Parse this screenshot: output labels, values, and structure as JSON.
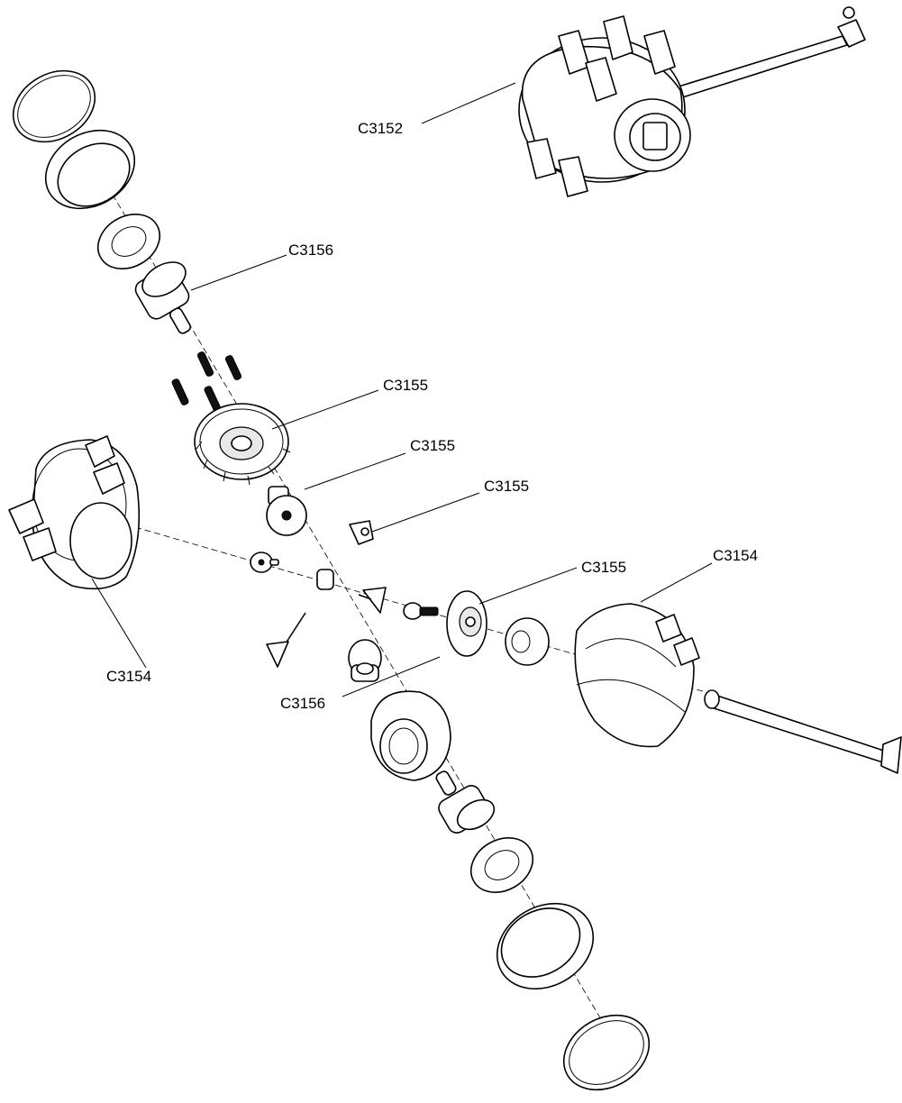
{
  "labels": {
    "center_housing": "C3152",
    "outdrive_upper": "C3156",
    "ring_gear": "C3155",
    "pinion_upper": "C3155",
    "small_gear": "C3155",
    "side_gear": "C3155",
    "case_left": "C3154",
    "case_right": "C3154",
    "outdrive_lower": "C3156"
  }
}
